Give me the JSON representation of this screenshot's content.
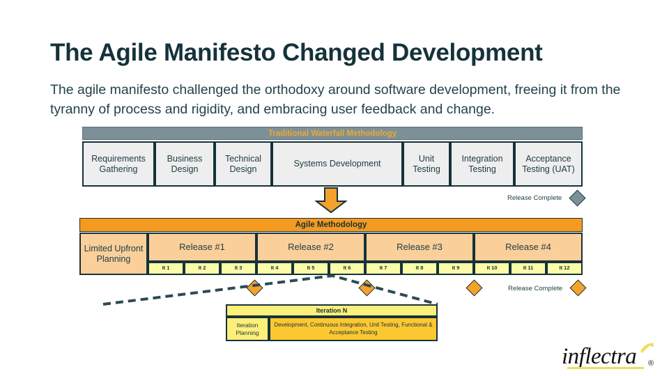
{
  "slide": {
    "title": "The Agile Manifesto Changed Development",
    "subtitle": "The agile manifesto challenged the orthodoxy around software development, freeing it from the tyranny of process and rigidity, and embracing user feedback and change."
  },
  "colors": {
    "title_text": "#16323a",
    "waterfall_header_bg": "#7d9098",
    "waterfall_header_text": "#f0a830",
    "waterfall_cell_bg": "#eeeeee",
    "agile_header_bg": "#f59a1e",
    "agile_release_bg": "#fbcf9a",
    "agile_iteration_bg": "#fbfba8",
    "iteration_header_bg": "#fdf07a",
    "iteration_work_bg": "#fcc832",
    "border": "#16323a",
    "diamond_gray": "#7d9098",
    "diamond_orange": "#f5a22d",
    "logo_accent": "#f2de5a"
  },
  "waterfall": {
    "header": "Traditional Waterfall Methodology",
    "phases": [
      {
        "label": "Requirements Gathering"
      },
      {
        "label": "Business Design"
      },
      {
        "label": "Technical Design"
      },
      {
        "label": "Systems Development"
      },
      {
        "label": "Unit Testing"
      },
      {
        "label": "Integration Testing"
      },
      {
        "label": "Acceptance Testing (UAT)"
      }
    ],
    "milestone_label": "Release Complete"
  },
  "agile": {
    "header": "Agile Methodology",
    "planning_label": "Limited Upfront Planning",
    "releases": [
      {
        "label": "Release #1"
      },
      {
        "label": "Release #2"
      },
      {
        "label": "Release #3"
      },
      {
        "label": "Release #4"
      }
    ],
    "iterations": [
      {
        "label": "It 1"
      },
      {
        "label": "It 2"
      },
      {
        "label": "It 3"
      },
      {
        "label": "It 4"
      },
      {
        "label": "It 5"
      },
      {
        "label": "It 6"
      },
      {
        "label": "It 7"
      },
      {
        "label": "It 8"
      },
      {
        "label": "It 9"
      },
      {
        "label": "It 10"
      },
      {
        "label": "It 11"
      },
      {
        "label": "It 12"
      }
    ],
    "milestone_label": "Release Complete"
  },
  "iteration_detail": {
    "header": "Iteration N",
    "planning_label": "Iteration Planning",
    "work_label": "Development, Continuous Integration, Unit Testing, Functional & Acceptance Testing"
  },
  "logo": {
    "word": "inflectra",
    "registered": "®"
  }
}
